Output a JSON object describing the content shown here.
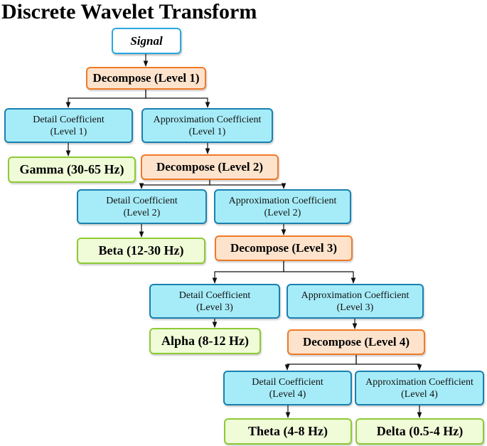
{
  "title": "Discrete Wavelet Transform",
  "signal": "Signal",
  "levels": [
    {
      "decompose": "Decompose (Level 1)",
      "detail": [
        "Detail Coefficient",
        "(Level 1)"
      ],
      "approx": [
        "Approximation Coefficient",
        "(Level 1)"
      ],
      "band": "Gamma (30-65 Hz)"
    },
    {
      "decompose": "Decompose (Level 2)",
      "detail": [
        "Detail Coefficient",
        "(Level 2)"
      ],
      "approx": [
        "Approximation Coefficient",
        "(Level 2)"
      ],
      "band": "Beta (12-30 Hz)"
    },
    {
      "decompose": "Decompose (Level 3)",
      "detail": [
        "Detail Coefficient",
        "(Level 3)"
      ],
      "approx": [
        "Approximation Coefficient",
        "(Level 3)"
      ],
      "band": "Alpha (8-12 Hz)"
    },
    {
      "decompose": "Decompose (Level 4)",
      "detail": [
        "Detail Coefficient",
        "(Level 4)"
      ],
      "approx": [
        "Approximation Coefficient",
        "(Level 4)"
      ],
      "band": "Theta (4-8 Hz)",
      "final_band": "Delta (0.5-4 Hz)"
    }
  ],
  "colors": {
    "signal_border": "#29a8e0",
    "decompose_fill": "#fde3cc",
    "decompose_border": "#f07a28",
    "coefficient_fill": "#a6ecf8",
    "coefficient_border": "#1a80b0",
    "band_fill": "#f0fbd8",
    "band_border": "#8cca34",
    "arrow": "#111111"
  }
}
